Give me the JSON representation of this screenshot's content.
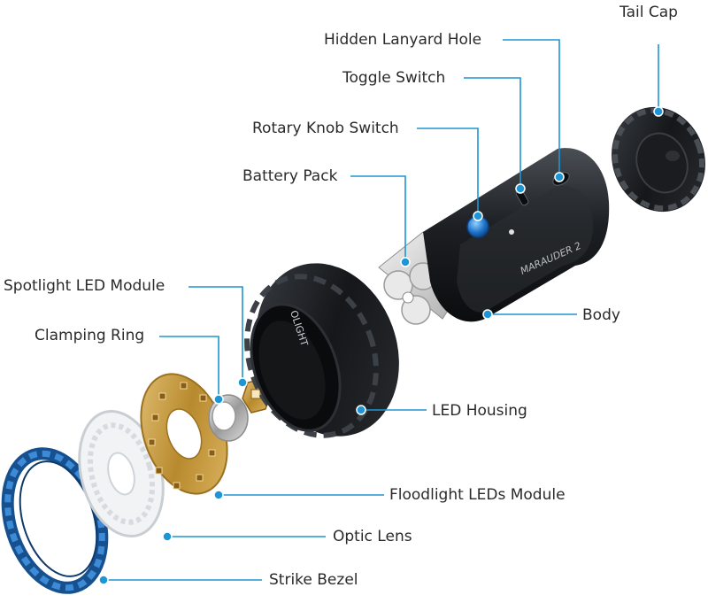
{
  "diagram": {
    "brand_mark": "OLIGHT",
    "body_mark": "MARAUDER 2",
    "accent_color": "#1e95d4",
    "labels": {
      "tail_cap": "Tail Cap",
      "hidden_lanyard_hole": "Hidden Lanyard Hole",
      "toggle_switch": "Toggle Switch",
      "rotary_knob_switch": "Rotary Knob Switch",
      "battery_pack": "Battery Pack",
      "spotlight_led_module": "Spotlight LED Module",
      "clamping_ring": "Clamping Ring",
      "body": "Body",
      "led_housing": "LED Housing",
      "floodlight_leds_module": "Floodlight LEDs Module",
      "optic_lens": "Optic Lens",
      "strike_bezel": "Strike Bezel"
    }
  }
}
